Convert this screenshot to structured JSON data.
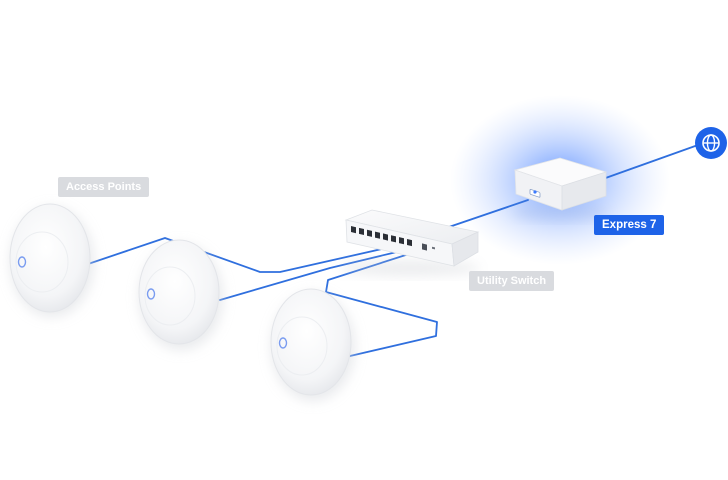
{
  "labels": {
    "access_points": "Access Points",
    "utility_switch": "Utility Switch",
    "gateway": "Express 7"
  },
  "icons": {
    "internet": "globe-icon"
  },
  "colors": {
    "cable": "#2f6fde",
    "accent": "#1e63e8",
    "label_grey": "#d9dbdf",
    "glow": "#5b8cff"
  }
}
